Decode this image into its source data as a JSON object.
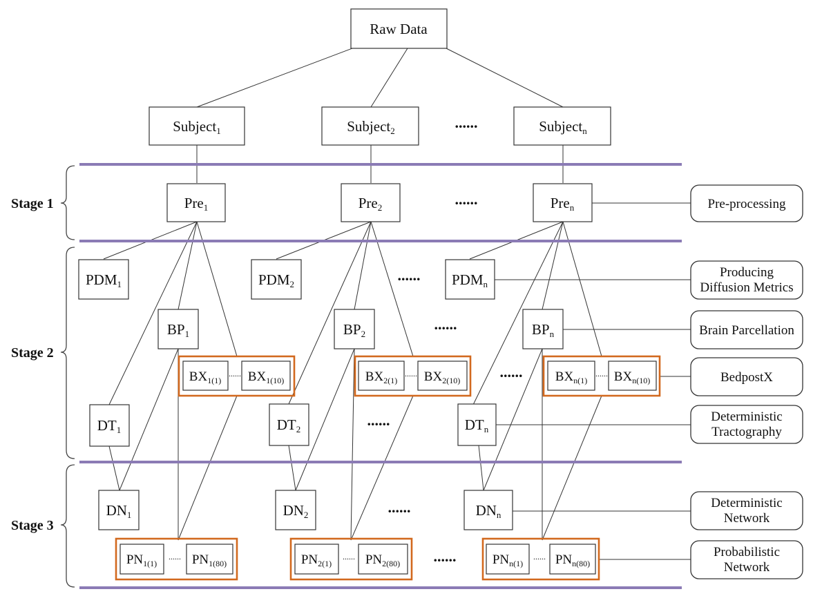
{
  "nodes": {
    "raw_data": "Raw Data",
    "subject_1": "Subject",
    "subject_1_sub": "1",
    "subject_2": "Subject",
    "subject_2_sub": "2",
    "subject_n": "Subject",
    "subject_n_sub": "n",
    "pre_1": "Pre",
    "pre_1_sub": "1",
    "pre_2": "Pre",
    "pre_2_sub": "2",
    "pre_n": "Pre",
    "pre_n_sub": "n",
    "pdm_1": "PDM",
    "pdm_1_sub": "1",
    "pdm_2": "PDM",
    "pdm_2_sub": "2",
    "pdm_n": "PDM",
    "pdm_n_sub": "n",
    "bp_1": "BP",
    "bp_1_sub": "1",
    "bp_2": "BP",
    "bp_2_sub": "2",
    "bp_n": "BP",
    "bp_n_sub": "n",
    "bx_1_a": "BX",
    "bx_1_a_sub": "1(1)",
    "bx_1_b": "BX",
    "bx_1_b_sub": "1(10)",
    "bx_2_a": "BX",
    "bx_2_a_sub": "2(1)",
    "bx_2_b": "BX",
    "bx_2_b_sub": "2(10)",
    "bx_n_a": "BX",
    "bx_n_a_sub": "n(1)",
    "bx_n_b": "BX",
    "bx_n_b_sub": "n(10)",
    "dt_1": "DT",
    "dt_1_sub": "1",
    "dt_2": "DT",
    "dt_2_sub": "2",
    "dt_n": "DT",
    "dt_n_sub": "n",
    "dn_1": "DN",
    "dn_1_sub": "1",
    "dn_2": "DN",
    "dn_2_sub": "2",
    "dn_n": "DN",
    "dn_n_sub": "n",
    "pn_1_a": "PN",
    "pn_1_a_sub": "1(1)",
    "pn_1_b": "PN",
    "pn_1_b_sub": "1(80)",
    "pn_2_a": "PN",
    "pn_2_a_sub": "2(1)",
    "pn_2_b": "PN",
    "pn_2_b_sub": "2(80)",
    "pn_n_a": "PN",
    "pn_n_a_sub": "n(1)",
    "pn_n_b": "PN",
    "pn_n_b_sub": "n(80)"
  },
  "ellipsis": "......",
  "short_ellipsis": "......",
  "stages": {
    "stage_1": "Stage 1",
    "stage_2": "Stage 2",
    "stage_3": "Stage 3"
  },
  "legend": {
    "pre_processing": [
      "Pre-processing"
    ],
    "diffusion_metrics": [
      "Producing",
      "Diffusion Metrics"
    ],
    "brain_parcellation": [
      "Brain Parcellation"
    ],
    "bedpostx": [
      "BedpostX"
    ],
    "deterministic_tractography": [
      "Deterministic",
      "Tractography"
    ],
    "deterministic_network": [
      "Deterministic",
      "Network"
    ],
    "probabilistic_network": [
      "Probabilistic",
      "Network"
    ]
  },
  "colors": {
    "stage_band": "#8b7bb5",
    "group_outline": "#d2691e"
  }
}
